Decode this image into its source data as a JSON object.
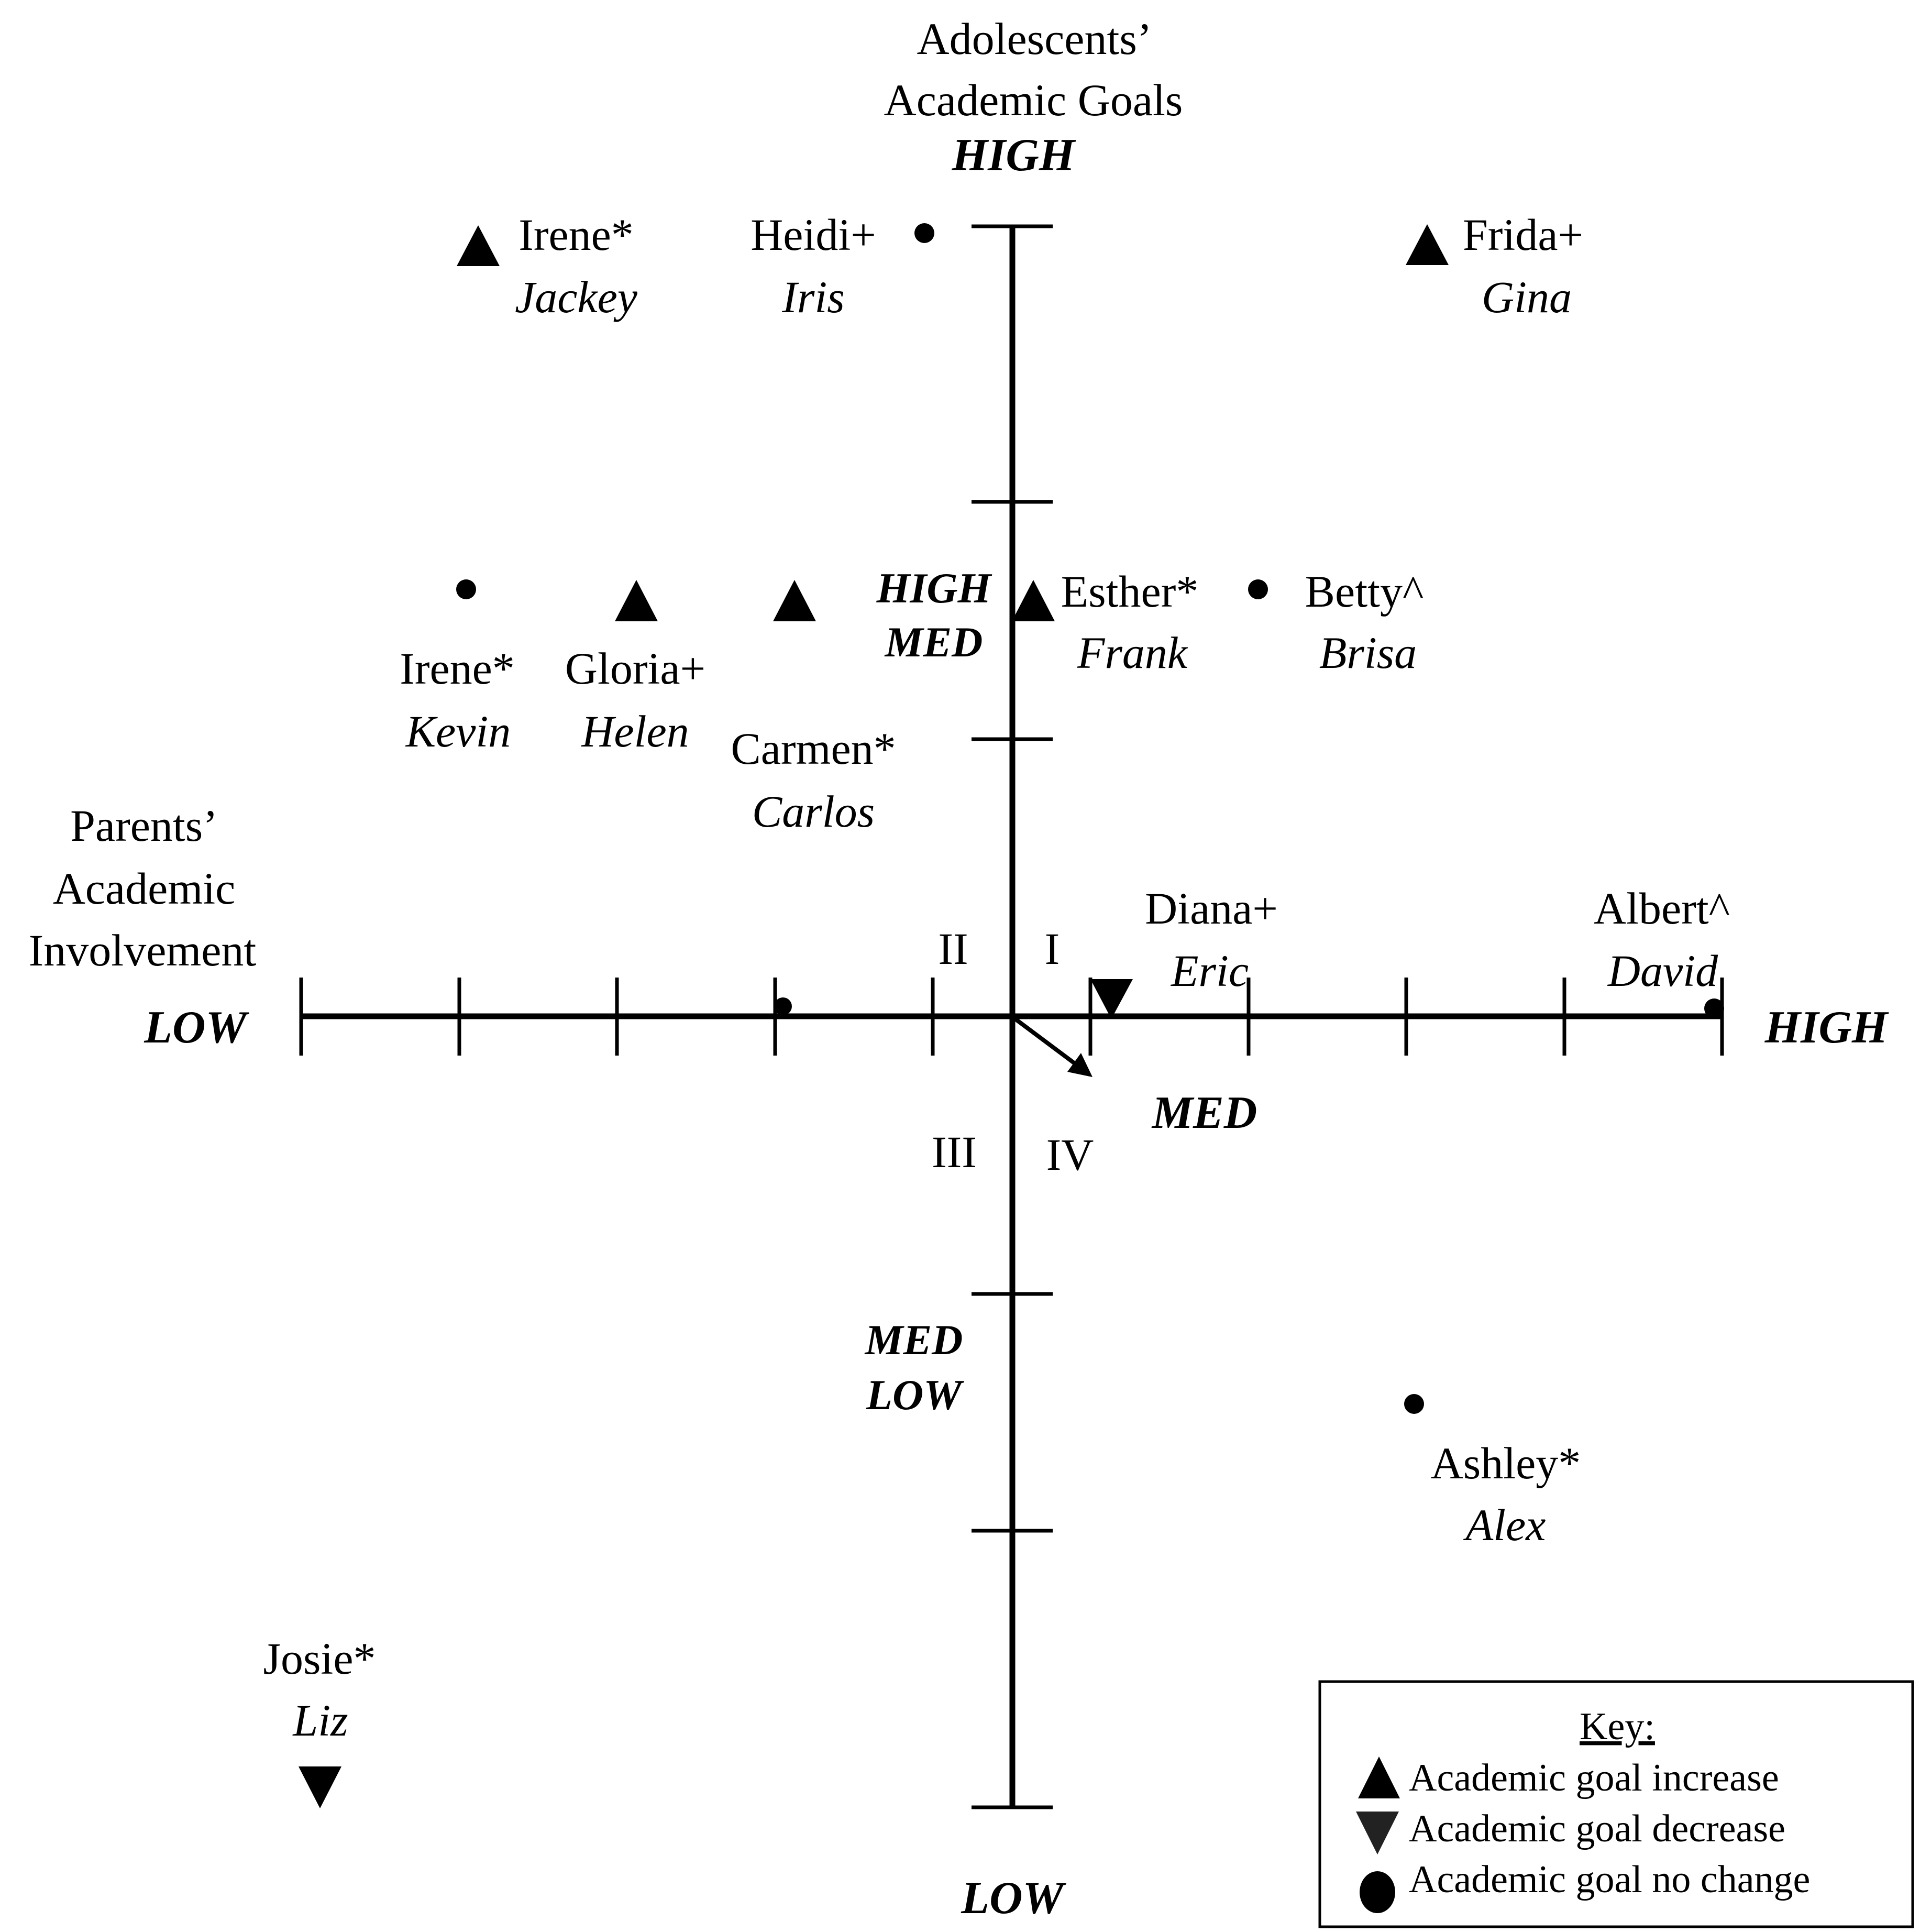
{
  "y_axis": {
    "title_lines": [
      "Adolescents’",
      "Academic Goals"
    ],
    "level_labels": {
      "high": "HIGH",
      "high_med_1": "HIGH",
      "high_med_2": "MED",
      "med_low_1": "MED",
      "med_low_2": "LOW",
      "low": "LOW"
    }
  },
  "x_axis": {
    "title_lines": [
      "Parents’",
      "Academic",
      "Involvement"
    ],
    "low_label": "LOW",
    "high_label": "HIGH",
    "med_label": "MED"
  },
  "quadrants": {
    "q1": "I",
    "q2": "II",
    "q3": "III",
    "q4": "IV"
  },
  "dyads": [
    {
      "parent": "Irene*",
      "adolescent": "Jackey",
      "change": "increase"
    },
    {
      "parent": "Heidi+",
      "adolescent": "Iris",
      "change": "no change"
    },
    {
      "parent": "Frida+",
      "adolescent": "Gina",
      "change": "increase"
    },
    {
      "parent": "Irene*",
      "adolescent": "Kevin",
      "change": "no change"
    },
    {
      "parent": "Gloria+",
      "adolescent": "Helen",
      "change": "increase"
    },
    {
      "parent": "Carmen*",
      "adolescent": "Carlos",
      "change": "increase"
    },
    {
      "parent": "Esther*",
      "adolescent": "Frank",
      "change": "increase"
    },
    {
      "parent": "Betty^",
      "adolescent": "Brisa",
      "change": "no change"
    },
    {
      "parent": "Diana+",
      "adolescent": "Eric",
      "change": "decrease"
    },
    {
      "parent": "Albert^",
      "adolescent": "David",
      "change": "no change"
    },
    {
      "parent": "Ashley*",
      "adolescent": "Alex",
      "change": "no change"
    },
    {
      "parent": "Josie*",
      "adolescent": "Liz",
      "change": "decrease"
    }
  ],
  "key": {
    "title": "Key:",
    "items": [
      {
        "label": "Academic goal increase",
        "icon": "up-triangle-icon"
      },
      {
        "label": "Academic goal decrease",
        "icon": "down-triangle-icon"
      },
      {
        "label": "Academic goal no change",
        "icon": "circle-icon"
      }
    ]
  }
}
